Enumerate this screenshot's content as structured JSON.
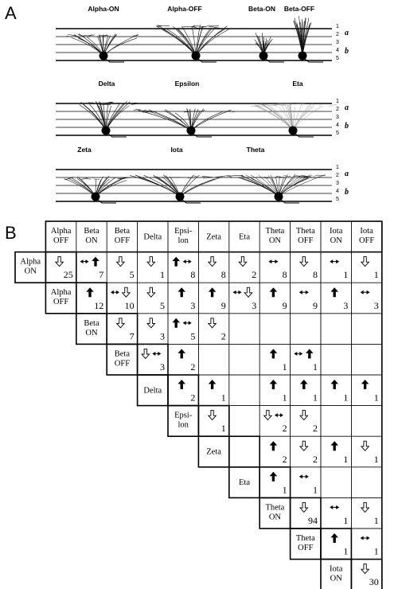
{
  "panels": {
    "a_label": "A",
    "b_label": "B"
  },
  "morphology": {
    "layer_numbers": [
      "1",
      "2",
      "3",
      "4",
      "5"
    ],
    "sublamina_labels": [
      "a",
      "b"
    ],
    "rows": [
      {
        "types": [
          {
            "name": "Alpha-ON",
            "kind": "wide-deep"
          },
          {
            "name": "Alpha-OFF",
            "kind": "wide-shallow"
          },
          {
            "name": "Beta-ON",
            "kind": "bushy-deep"
          },
          {
            "name": "Beta-OFF",
            "kind": "bushy-shallow"
          }
        ]
      },
      {
        "types": [
          {
            "name": "Delta",
            "kind": "medium-shallow"
          },
          {
            "name": "Epsilon",
            "kind": "wide-mid"
          },
          {
            "name": "Eta",
            "kind": "faint-shallow"
          }
        ]
      },
      {
        "types": [
          {
            "name": "Zeta",
            "kind": "medium-mid"
          },
          {
            "name": "Iota",
            "kind": "wide-mid"
          },
          {
            "name": "Theta",
            "kind": "dense-mid"
          }
        ]
      }
    ]
  },
  "matrix": {
    "col_headers": [
      [
        "Alpha",
        "OFF"
      ],
      [
        "Beta",
        "ON"
      ],
      [
        "Beta",
        "OFF"
      ],
      [
        "Delta"
      ],
      [
        "Epsi-",
        "lon"
      ],
      [
        "Zeta"
      ],
      [
        "Eta"
      ],
      [
        "Theta",
        "ON"
      ],
      [
        "Theta",
        "OFF"
      ],
      [
        "Iota",
        "ON"
      ],
      [
        "Iota",
        "OFF"
      ]
    ],
    "row_headers": [
      [
        "Alpha",
        "ON"
      ],
      [
        "Alpha",
        "OFF"
      ],
      [
        "Beta",
        "ON"
      ],
      [
        "Beta",
        "OFF"
      ],
      [
        "Delta"
      ],
      [
        "Epsi-",
        "lon"
      ],
      [
        "Zeta"
      ],
      [
        "Eta"
      ],
      [
        "Theta",
        "ON"
      ],
      [
        "Theta",
        "OFF"
      ],
      [
        "Iota",
        "ON"
      ]
    ],
    "cells": [
      [
        {
          "sym": "down",
          "n": "25"
        },
        {
          "sym": "both-up",
          "n": "7"
        },
        {
          "sym": "down",
          "n": "5"
        },
        {
          "sym": "down",
          "n": "1"
        },
        {
          "sym": "up-both",
          "n": "8"
        },
        {
          "sym": "down",
          "n": "8"
        },
        {
          "sym": "down",
          "n": "2"
        },
        {
          "sym": "both",
          "n": "8"
        },
        {
          "sym": "down",
          "n": "8"
        },
        {
          "sym": "both",
          "n": "1"
        },
        {
          "sym": "down",
          "n": "1"
        }
      ],
      [
        null,
        {
          "sym": "up",
          "n": "12"
        },
        {
          "sym": "both-down",
          "n": "10"
        },
        {
          "sym": "down",
          "n": "5"
        },
        {
          "sym": "up",
          "n": "3"
        },
        {
          "sym": "up",
          "n": "9"
        },
        {
          "sym": "both-down",
          "n": "3"
        },
        {
          "sym": "up",
          "n": "9"
        },
        {
          "sym": "both",
          "n": "9"
        },
        {
          "sym": "up",
          "n": "3"
        },
        {
          "sym": "both",
          "n": "3"
        }
      ],
      [
        null,
        null,
        {
          "sym": "down",
          "n": "7"
        },
        {
          "sym": "down",
          "n": "3"
        },
        {
          "sym": "up-both",
          "n": "5"
        },
        {
          "sym": "down",
          "n": "2"
        },
        null,
        null,
        null,
        null,
        null
      ],
      [
        null,
        null,
        null,
        {
          "sym": "down-both",
          "n": "3"
        },
        {
          "sym": "up",
          "n": "2"
        },
        null,
        null,
        {
          "sym": "up",
          "n": "1"
        },
        {
          "sym": "both-up",
          "n": "1"
        },
        null,
        null
      ],
      [
        null,
        null,
        null,
        null,
        {
          "sym": "up",
          "n": "2"
        },
        {
          "sym": "up",
          "n": "1"
        },
        null,
        {
          "sym": "up",
          "n": "1"
        },
        {
          "sym": "up",
          "n": "1"
        },
        {
          "sym": "up",
          "n": "1"
        },
        {
          "sym": "up",
          "n": "1"
        }
      ],
      [
        null,
        null,
        null,
        null,
        null,
        {
          "sym": "down",
          "n": "1"
        },
        null,
        {
          "sym": "down-both",
          "n": "2"
        },
        {
          "sym": "down",
          "n": "2"
        },
        null,
        null
      ],
      [
        null,
        null,
        null,
        null,
        null,
        null,
        null,
        {
          "sym": "up",
          "n": "2"
        },
        {
          "sym": "down",
          "n": "2"
        },
        {
          "sym": "up",
          "n": "1"
        },
        {
          "sym": "down",
          "n": "1"
        }
      ],
      [
        null,
        null,
        null,
        null,
        null,
        null,
        null,
        {
          "sym": "up",
          "n": "1"
        },
        {
          "sym": "both",
          "n": "1"
        },
        null,
        null
      ],
      [
        null,
        null,
        null,
        null,
        null,
        null,
        null,
        null,
        {
          "sym": "down",
          "n": "94"
        },
        {
          "sym": "both",
          "n": "1"
        },
        {
          "sym": "down",
          "n": "1"
        }
      ],
      [
        null,
        null,
        null,
        null,
        null,
        null,
        null,
        null,
        null,
        {
          "sym": "up",
          "n": "1"
        },
        {
          "sym": "both",
          "n": "1"
        }
      ],
      [
        null,
        null,
        null,
        null,
        null,
        null,
        null,
        null,
        null,
        null,
        {
          "sym": "down",
          "n": "30"
        }
      ]
    ]
  }
}
